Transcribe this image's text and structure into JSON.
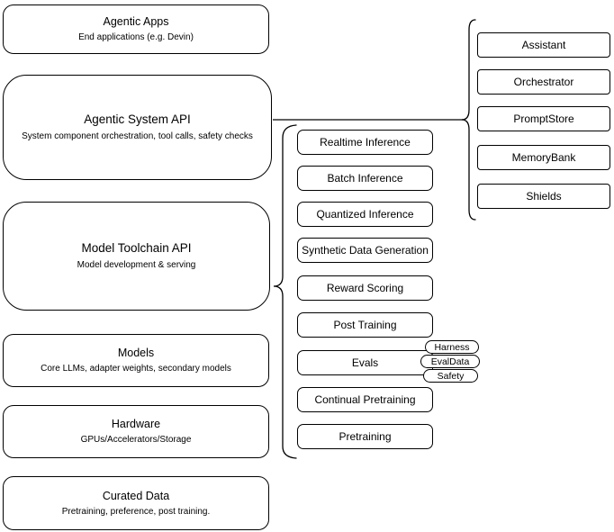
{
  "diagram": {
    "stack": [
      {
        "title": "Agentic Apps",
        "subtitle": "End applications (e.g. Devin)"
      },
      {
        "title": "Agentic System API",
        "subtitle": "System component orchestration, tool calls, safety checks"
      },
      {
        "title": "Model Toolchain API",
        "subtitle": "Model development & serving"
      },
      {
        "title": "Models",
        "subtitle": "Core LLMs, adapter weights, secondary models"
      },
      {
        "title": "Hardware",
        "subtitle": "GPUs/Accelerators/Storage"
      },
      {
        "title": "Curated Data",
        "subtitle": "Pretraining, preference, post training."
      }
    ],
    "toolchain_services": [
      {
        "label": "Realtime Inference"
      },
      {
        "label": "Batch Inference"
      },
      {
        "label": "Quantized Inference"
      },
      {
        "label": "Synthetic Data Generation"
      },
      {
        "label": "Reward Scoring"
      },
      {
        "label": "Post Training"
      },
      {
        "label": "Evals"
      },
      {
        "label": "Continual Pretraining"
      },
      {
        "label": "Pretraining"
      }
    ],
    "eval_tags": [
      {
        "label": "Harness"
      },
      {
        "label": "EvalData"
      },
      {
        "label": "Safety"
      }
    ],
    "system_components": [
      {
        "label": "Assistant"
      },
      {
        "label": "Orchestrator"
      },
      {
        "label": "PromptStore"
      },
      {
        "label": "MemoryBank"
      },
      {
        "label": "Shields"
      }
    ],
    "colors": {
      "stroke": "#000000",
      "node_fill": "#ffffff",
      "background": "#ffffff"
    }
  }
}
